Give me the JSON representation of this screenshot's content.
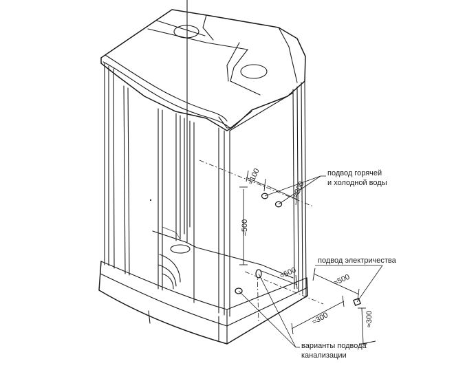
{
  "labels": {
    "water_supply_line1": "подвод горячей",
    "water_supply_line2": "и холодной воды",
    "electric_supply": "подвод электричества",
    "drain_line1": "варианты подвода",
    "drain_line2": "канализации"
  },
  "dimensions": {
    "water_offset_top": "≈100",
    "water_spacing": "≈200",
    "water_height": "≈500",
    "drain_offset": "≈500",
    "electric_horizontal": "≈500",
    "electric_vertical": "≈300",
    "floor_offset": "≈300"
  }
}
